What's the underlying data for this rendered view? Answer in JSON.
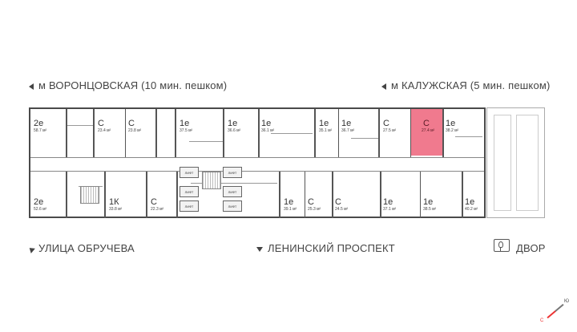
{
  "labels": {
    "metro_left": "м ВОРОНЦОВСКАЯ  (10 мин. пешком)",
    "metro_right": "м КАЛУЖСКАЯ (5 мин. пешком)",
    "street_left": "УЛИЦА ОБРУЧЕВА",
    "street_center": "ЛЕНИНСКИЙ ПРОСПЕКТ",
    "yard": "ДВОР"
  },
  "top_apartments": [
    {
      "type": "2е",
      "area": "58.7 м²"
    },
    {
      "type": "С",
      "area": "23.4 м²"
    },
    {
      "type": "С",
      "area": "23.8 м²"
    },
    {
      "type": "1е",
      "area": "37.5 м²"
    },
    {
      "type": "1е",
      "area": "36.6 м²"
    },
    {
      "type": "1е",
      "area": "36.1 м²"
    },
    {
      "type": "1е",
      "area": "35.1 м²"
    },
    {
      "type": "1е",
      "area": "36.7 м²"
    },
    {
      "type": "С",
      "area": "27.5 м²"
    },
    {
      "type": "С",
      "area": "27.4 м²"
    },
    {
      "type": "1е",
      "area": "38.2 м²"
    }
  ],
  "bottom_apartments": [
    {
      "type": "2е",
      "area": "52.6 м²"
    },
    {
      "type": "1К",
      "area": "33.8 м²"
    },
    {
      "type": "С",
      "area": "22.3 м²"
    },
    {
      "type": "1е",
      "area": "39.1 м²"
    },
    {
      "type": "С",
      "area": "25.3 м²"
    },
    {
      "type": "С",
      "area": "24.5 м²"
    },
    {
      "type": "1е",
      "area": "37.1 м²"
    },
    {
      "type": "1е",
      "area": "38.5 м²"
    },
    {
      "type": "1е",
      "area": "40.2 м²"
    }
  ],
  "lifts": [
    "ЛИФТ",
    "ЛИФТ",
    "ЛИФТ",
    "ЛИФТ",
    "ЛИФТ",
    "ЛИФТ"
  ],
  "compass": {
    "north": "Ю",
    "south": "С"
  },
  "colors": {
    "highlight": "#f07a8e"
  }
}
